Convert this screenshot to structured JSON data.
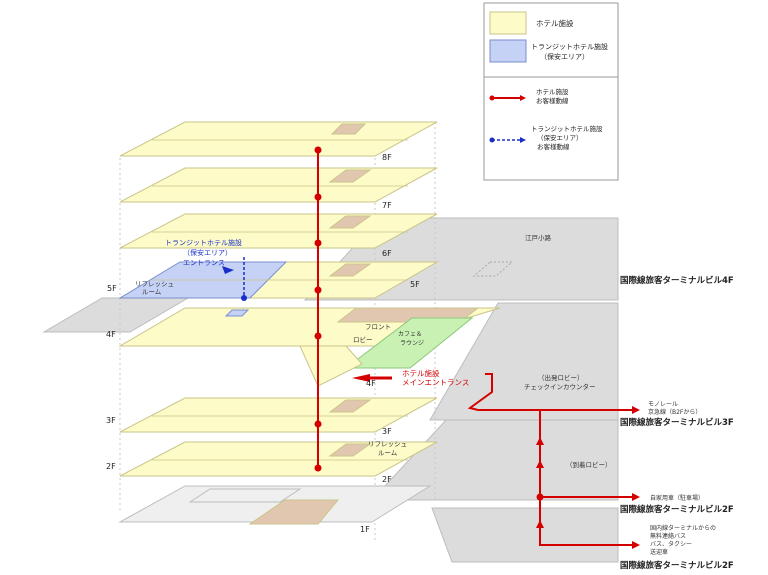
{
  "colors": {
    "hotel": "#fdfbc8",
    "hotel_stroke": "#c9c48a",
    "transit": "#c6d2f5",
    "transit_stroke": "#7a8fd0",
    "terminal": "#d9d9d9",
    "terminal_stroke": "#bdbdbd",
    "core": "#e2c7b0",
    "cafe": "#c9f1b3",
    "red": "#d40000",
    "blue": "#1a2fc8"
  },
  "legend": {
    "hotel_label": "ホテル施設",
    "transit_label_1": "トランジットホテル施設",
    "transit_label_2": "（保安エリア）",
    "hotel_route_1": "ホテル施設",
    "hotel_route_2": "お客様動線",
    "transit_route_1": "トランジットホテル施設",
    "transit_route_2": "（保安エリア）",
    "transit_route_3": "お客様動線"
  },
  "floors": {
    "f8": "8F",
    "f7": "7F",
    "f6": "6F",
    "f5a": "5F",
    "f5b": "5F",
    "f4a": "4F",
    "f4b": "4F",
    "f3a": "3F",
    "f3b": "3F",
    "f2a": "2F",
    "f2b": "2F",
    "f1": "1F"
  },
  "labels": {
    "transit_callout_1": "トランジットホテル施設",
    "transit_callout_2": "（保安エリア）",
    "transit_callout_3": "エントランス",
    "refresh5_1": "リフレッシュ",
    "refresh5_2": "ルーム",
    "edo": "江戸小路",
    "front": "フロント",
    "lobby": "ロビー",
    "cafe_1": "カフェ＆",
    "cafe_2": "ラウンジ",
    "main_entrance_1": "ホテル施設",
    "main_entrance_2": "メインエントランス",
    "departure_1": "（出発ロビー）",
    "departure_2": "チェックインカウンター",
    "refresh2_1": "リフレッシュ",
    "refresh2_2": "ルーム",
    "arrival": "（到着ロビー）",
    "monorail_1": "モノレール",
    "monorail_2": "京急線（B2Fから）",
    "car": "自家用車（駐車場）",
    "bus_1": "国内線ターミナルからの",
    "bus_2": "無料連絡バス",
    "bus_3": "バス、タクシー",
    "bus_4": "送迎車",
    "terminal_4f": "国際線旅客ターミナルビル4F",
    "terminal_3f": "国際線旅客ターミナルビル3F",
    "terminal_2f_a": "国際線旅客ターミナルビル2F",
    "terminal_2f_b": "国際線旅客ターミナルビル2F"
  }
}
